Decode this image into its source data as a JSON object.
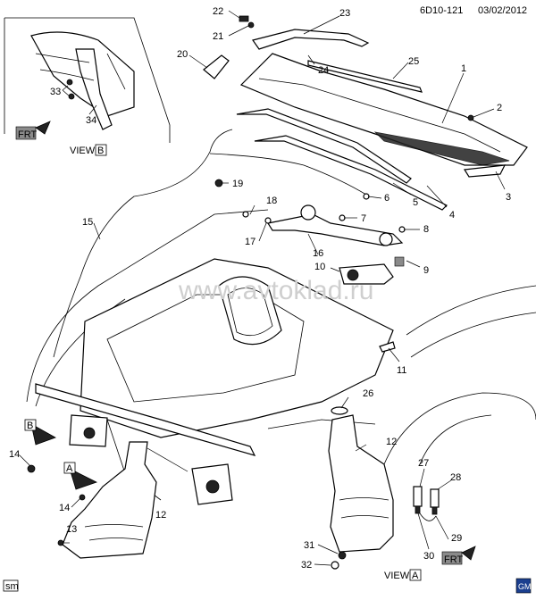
{
  "header": {
    "diagram_id": "6D10-121",
    "date": "03/02/2012"
  },
  "footer": {
    "code": "sm",
    "brand": "GM"
  },
  "watermark": "www.avtoklad.ru",
  "views": {
    "view_b": {
      "prefix": "VIEW",
      "letter": "B"
    },
    "view_a": {
      "prefix": "VIEW",
      "letter": "A"
    }
  },
  "direction_markers": {
    "front": "FRT",
    "a": "A",
    "b": "B"
  },
  "callouts": {
    "c1": "1",
    "c2": "2",
    "c3": "3",
    "c4": "4",
    "c5": "5",
    "c6": "6",
    "c7": "7",
    "c8": "8",
    "c9": "9",
    "c10": "10",
    "c11": "11",
    "c12a": "12",
    "c12b": "12",
    "c13": "13",
    "c14a": "14",
    "c14b": "14",
    "c15": "15",
    "c16": "16",
    "c17": "17",
    "c18": "18",
    "c19": "19",
    "c20": "20",
    "c21": "21",
    "c22": "22",
    "c23": "23",
    "c24": "24",
    "c25": "25",
    "c26": "26",
    "c27": "27",
    "c28": "28",
    "c29": "29",
    "c30": "30",
    "c31": "31",
    "c32": "32",
    "c33": "33",
    "c34": "34"
  }
}
